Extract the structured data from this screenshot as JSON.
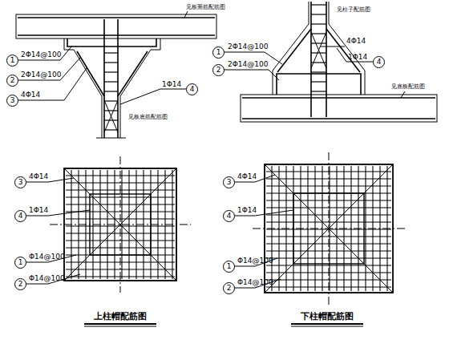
{
  "diagram": {
    "labels": [
      "见板面筋配筋图",
      "见板底筋配筋图",
      "1",
      "2Φ14@100",
      "2",
      "2Φ14@100",
      "3",
      "4Φ14",
      "1Φ14",
      "4",
      "见柱子配筋图",
      "见底板配筋图",
      "1",
      "2Φ14@100",
      "2",
      "2Φ14@100",
      "4Φ14",
      "1Φ14",
      "4",
      "3",
      "4Φ14",
      "4",
      "1Φ14",
      "1",
      "Φ14@100",
      "2",
      "Φ14@100",
      "3",
      "4Φ14",
      "4",
      "1Φ14",
      "1",
      "Φ14@100",
      "2",
      "Φ14@100",
      "上柱帽配筋图",
      "下柱帽配筋图"
    ]
  }
}
